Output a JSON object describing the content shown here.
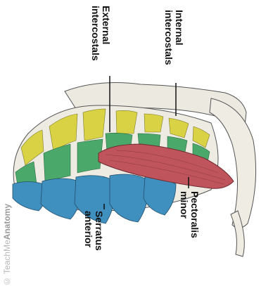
{
  "labels": {
    "external_intercostals": [
      "External",
      "intercostals"
    ],
    "internal_intercostals": [
      "Internal",
      "intercostals"
    ],
    "pectoralis_minor": [
      "Pectoralis",
      "minor"
    ],
    "serratus_anterior": [
      "Serratus",
      "anterior"
    ]
  },
  "watermark": {
    "symbol": "©",
    "brand_plain": "TeachMe",
    "brand_bold": "Anatomy"
  },
  "colors": {
    "external_intercostals": "#4aa86a",
    "internal_intercostals": "#d9d244",
    "pectoralis_minor": "#c0545c",
    "serratus_anterior": "#3f8fbf",
    "bone": "#e9e7df",
    "outline": "#4a4a4a"
  }
}
